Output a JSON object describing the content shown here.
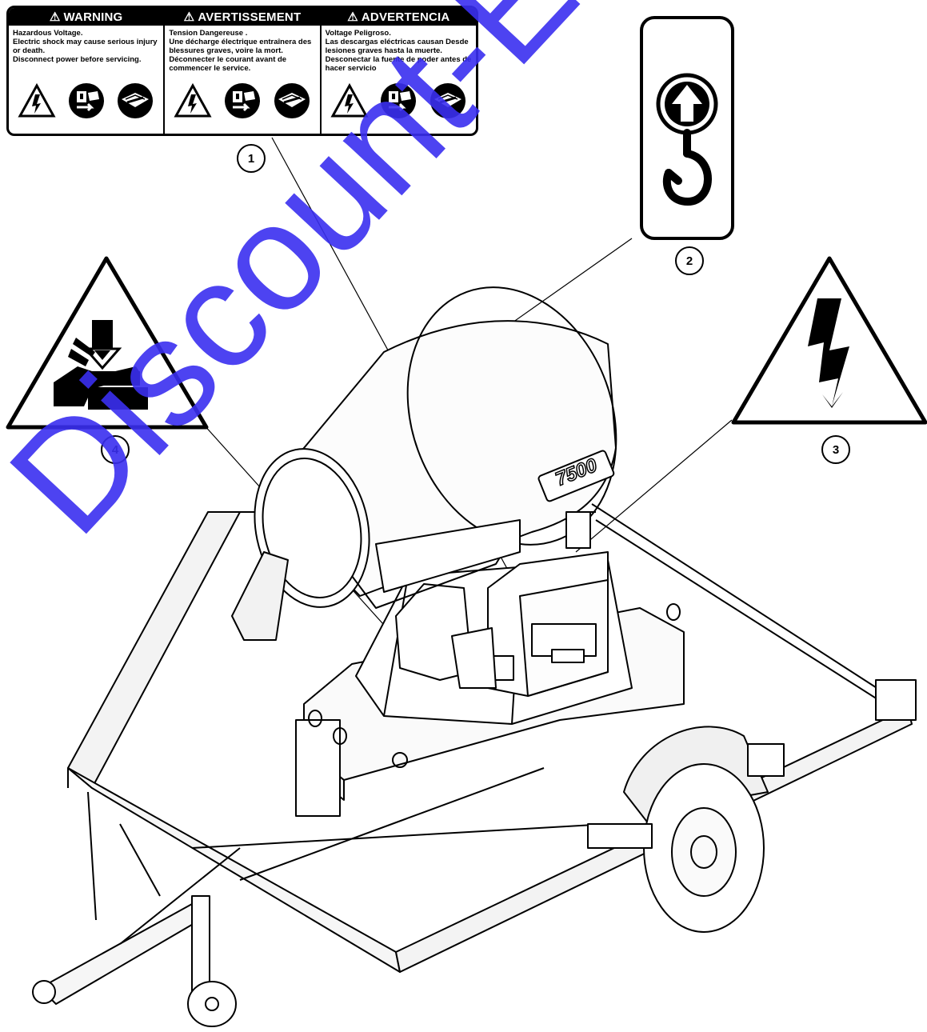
{
  "warning_label": {
    "columns": [
      {
        "heading": "WARNING",
        "body": "Hazardous Voltage.\nElectric shock may cause serious injury or death.\nDisconnect power before servicing."
      },
      {
        "heading": "AVERTISSEMENT",
        "body": "Tension Dangereuse .\nUne décharge électrique entraînera des blessures graves, voire la mort.\nDéconnecter le courant avant de commencer le service."
      },
      {
        "heading": "ADVERTENCIA",
        "body": "Voltage Peligroso.\nLas descargas eléctricas causan Desde lesiones graves hasta la muerte.\nDesconectar la fuente de poder antes de hacer servicio"
      }
    ],
    "icons": [
      "electric-shock-icon",
      "disconnect-power-icon",
      "read-manual-icon"
    ]
  },
  "callouts": [
    "1",
    "2",
    "3",
    "4"
  ],
  "machine_badge": "7500",
  "watermark": "Discount-Equipment.com",
  "colors": {
    "ink": "#000000",
    "watermark": "#3a2ff0",
    "background": "#ffffff"
  }
}
